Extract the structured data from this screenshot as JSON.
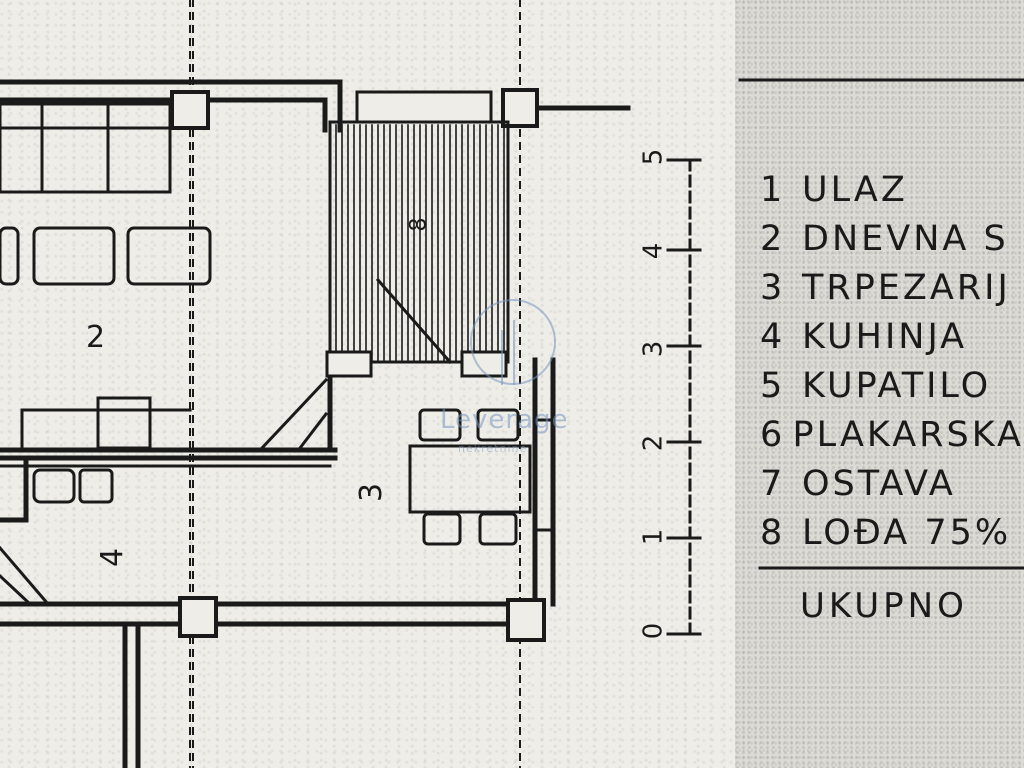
{
  "rooms": {
    "r2": "2",
    "r3": "3",
    "r4": "4",
    "r8": "8"
  },
  "scale": [
    "0",
    "1",
    "2",
    "3",
    "4",
    "5"
  ],
  "legend": [
    {
      "num": "1",
      "label": "ULAZ"
    },
    {
      "num": "2",
      "label": "DNEVNA S"
    },
    {
      "num": "3",
      "label": "TRPEZARIJ"
    },
    {
      "num": "4",
      "label": "KUHINJA"
    },
    {
      "num": "5",
      "label": "KUPATILO"
    },
    {
      "num": "6",
      "label": "PLAKARSKA"
    },
    {
      "num": "7",
      "label": "OSTAVA"
    },
    {
      "num": "8",
      "label": "LOĐA 75%"
    }
  ],
  "total_label": "UKUPNO",
  "watermark": {
    "brand": "Leverage",
    "sub": "nekretnine"
  },
  "colors": {
    "ink": "#1a1a1a",
    "paper": "#eeede8",
    "watermark": "#7896be"
  }
}
